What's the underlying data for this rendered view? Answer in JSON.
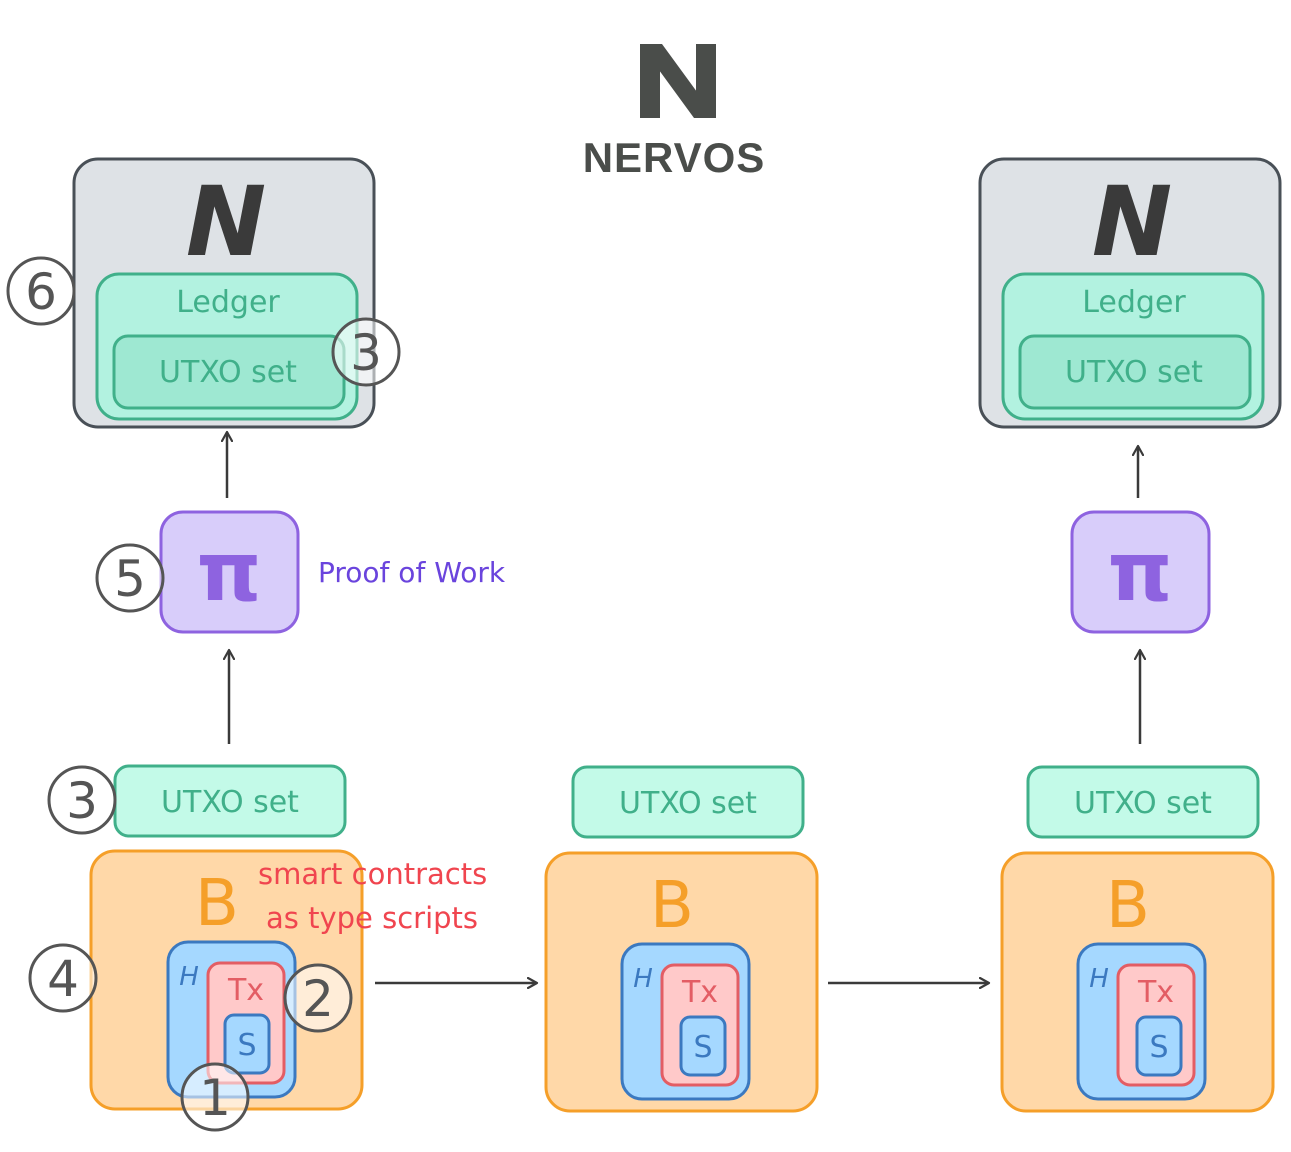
{
  "brand": {
    "name": "NERVOS",
    "logo_icon": "nervos-logo-icon"
  },
  "node_columns": [
    {
      "node_glyph": "N",
      "ledger_label": "Ledger",
      "utxo_label": "UTXO set",
      "pow_glyph": "π"
    },
    {
      "node_glyph": "N",
      "ledger_label": "Ledger",
      "utxo_label": "UTXO set",
      "pow_glyph": "π"
    }
  ],
  "pow_caption": "Proof of Work",
  "blocks": [
    {
      "utxo_label": "UTXO set",
      "block_glyph": "B",
      "header_glyph": "H",
      "tx_glyph": "Tx",
      "script_glyph": "S"
    },
    {
      "utxo_label": "UTXO set",
      "block_glyph": "B",
      "header_glyph": "H",
      "tx_glyph": "Tx",
      "script_glyph": "S"
    },
    {
      "utxo_label": "UTXO set",
      "block_glyph": "B",
      "header_glyph": "H",
      "tx_glyph": "Tx",
      "script_glyph": "S"
    }
  ],
  "annotation": {
    "line1": "smart contracts",
    "line2": "as type scripts"
  },
  "markers": [
    "1",
    "2",
    "3",
    "3",
    "4",
    "5",
    "6"
  ],
  "colors": {
    "node_fill": "#dee2e6",
    "node_stroke": "#495057",
    "ledger_fill": "#b2f2e0",
    "ledger_stroke": "#40b08a",
    "pow_fill": "#d8cdfa",
    "pow_stroke": "#8e63e0",
    "block_fill": "#ffd8a8",
    "block_stroke": "#f59f29",
    "header_fill": "#a5d8ff",
    "header_stroke": "#3b79c0",
    "tx_fill": "#ffc9c9",
    "tx_stroke": "#e35d64",
    "annotation_color": "#f0454f",
    "caption_color": "#6a44dd",
    "ink": "#3a3a3a"
  }
}
